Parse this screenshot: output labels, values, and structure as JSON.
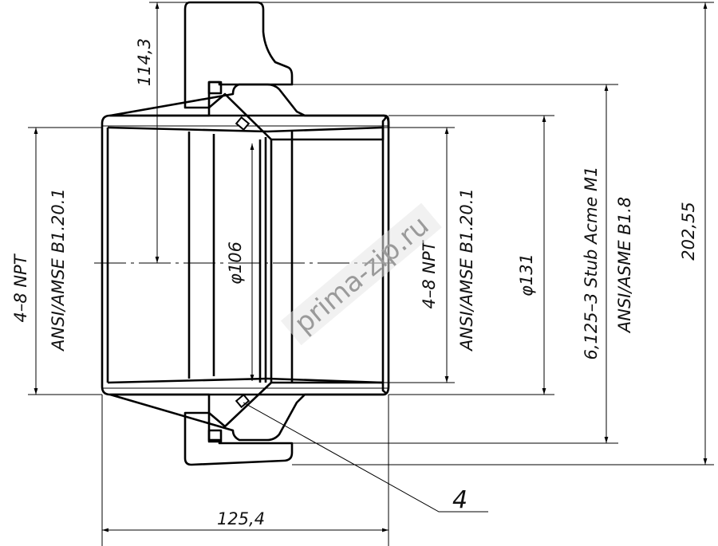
{
  "drawing": {
    "dimensions": {
      "height_to_axis": "114,3",
      "bore_diameter": "φ106",
      "outer_diameter": "φ131",
      "overall_height": "202,55",
      "overall_length": "125,4"
    },
    "left_thread": {
      "size": "4–8 NPT",
      "standard": "ANSI/AMSE B1.20.1"
    },
    "right_thread": {
      "size": "4–8 NPT",
      "standard": "ANSI/AMSE B1.20.1"
    },
    "coupling_thread": {
      "size": "6,125–3 Stub Acme M1",
      "standard": "ANSI/ASME B1.8"
    },
    "callout": "4",
    "watermark": "prima-zip.ru"
  }
}
